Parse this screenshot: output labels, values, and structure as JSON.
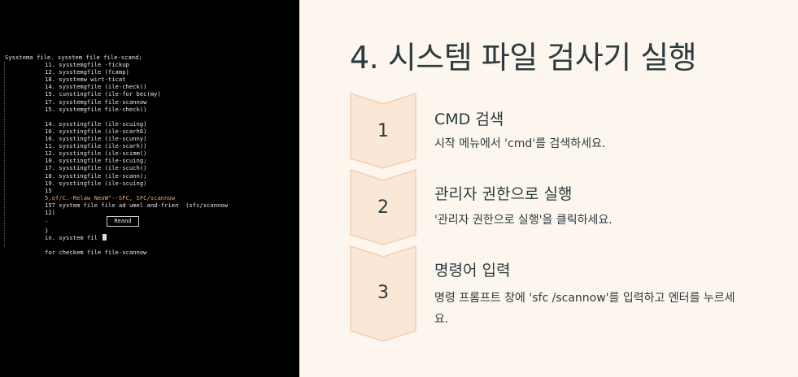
{
  "terminal": {
    "lines": [
      {
        "text": "Sysstema file. sysstem file file-scand;",
        "indent": false,
        "highlight": false
      },
      {
        "text": "11. sysstemgfile -fickup",
        "indent": true,
        "highlight": false
      },
      {
        "text": "12. sysstemgfile (fcamp)",
        "indent": true,
        "highlight": false
      },
      {
        "text": "18. sysstemw wirt-ticat",
        "indent": true,
        "highlight": false
      },
      {
        "text": "14. sysstemgfile (ile-check()",
        "indent": true,
        "highlight": false
      },
      {
        "text": "15. cunstingfile (ile-for bec(my)",
        "indent": true,
        "highlight": false
      },
      {
        "text": "17. sysstemgfile file-scannow",
        "indent": true,
        "highlight": false
      },
      {
        "text": "15. sysstemgfile file-check()",
        "indent": true,
        "highlight": false
      },
      {
        "text": "",
        "indent": true,
        "highlight": false
      },
      {
        "text": "14. sysstingfile (ile-scuing)",
        "indent": true,
        "highlight": false
      },
      {
        "text": "16. sysstingfile (ile-scarh6)",
        "indent": true,
        "highlight": false
      },
      {
        "text": "16. sysstingfile (ile-scunny)",
        "indent": true,
        "highlight": false
      },
      {
        "text": "11. sysstingfile (ile-scarh))",
        "indent": true,
        "highlight": false
      },
      {
        "text": "12. sysstingfile (ile-scimm()",
        "indent": true,
        "highlight": false
      },
      {
        "text": "10. sysstingfile file-scuing;",
        "indent": true,
        "highlight": false
      },
      {
        "text": "17. sysstingfile (ile-scuch()",
        "indent": true,
        "highlight": false
      },
      {
        "text": "18. sysstingfile (ile-scann);",
        "indent": true,
        "highlight": false
      },
      {
        "text": "19. sysstingfile (ile-scuing)",
        "indent": true,
        "highlight": false
      },
      {
        "text": "15",
        "indent": true,
        "highlight": false
      },
      {
        "text": "5.of/C.-Relaw NeoW\"--SFC, SFC/scannow",
        "indent": true,
        "highlight": true
      },
      {
        "text": "157 system file file ad umel and-frien  (sfc/scannow",
        "indent": true,
        "highlight": false
      },
      {
        "text": "12)",
        "indent": true,
        "highlight": false
      }
    ],
    "button_row_prefix": ".",
    "button_label": "Reand",
    "after_lines": [
      {
        "text": "}",
        "indent": true
      },
      {
        "text": "in. sysstem fil",
        "indent": true
      }
    ],
    "final_line": "for checkem file file-scannow"
  },
  "title": "4. 시스템 파일 검사기 실행",
  "steps": [
    {
      "number": "1",
      "title": "CMD 검색",
      "description": "시작 메뉴에서 'cmd'를 검색하세요."
    },
    {
      "number": "2",
      "title": "관리자 권한으로 실행",
      "description": "'관리자 권한으로 실행'을 클릭하세요."
    },
    {
      "number": "3",
      "title": "명령어 입력",
      "description": "명령 프롬프트 창에 'sfc /scannow'를 입력하고 엔터를 누르세요."
    }
  ],
  "colors": {
    "background": "#fcf6ef",
    "chevron_fill": "#fbe7d6",
    "chevron_stroke": "#f3cfb0",
    "text": "#2d3b3e",
    "terminal_bg": "#000000",
    "terminal_highlight": "#f0a96a"
  }
}
